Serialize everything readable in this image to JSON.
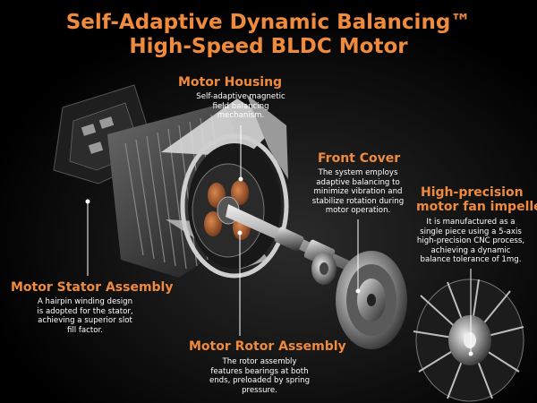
{
  "title_line1": "Self-Adaptive Dynamic Balancing™",
  "title_line2": "High-Speed BLDC Motor",
  "accent_color": "#f08a3c",
  "callouts": {
    "housing": {
      "label": "Motor Housing",
      "desc": "Self-adaptive magnetic\nfield balancing\nmechanism."
    },
    "front_cover": {
      "label": "Front Cover",
      "desc": "The system employs\nadaptive balancing to\nminimize vibration and\nstabilize rotation during\nmotor operation."
    },
    "impeller": {
      "label_line1": "High-precision",
      "label_line2": "motor fan impeller",
      "desc": "It is manufactured as a\nsingle piece using a 5-axis\nhigh-precision CNC process,\nachieving a dynamic\nbalance tolerance of 1mg."
    },
    "stator": {
      "label": "Motor Stator Assembly",
      "desc": "A hairpin winding design\nis adopted for the stator,\nachieving a superior slot\nfill factor."
    },
    "rotor": {
      "label": "Motor Rotor Assembly",
      "desc": "The rotor assembly\nfeatures bearings at both\nends, preloaded by spring\npressure."
    }
  }
}
